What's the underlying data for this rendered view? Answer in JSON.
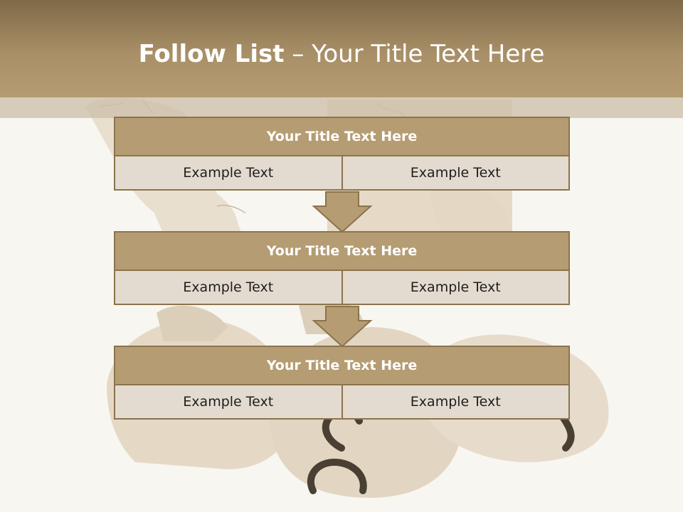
{
  "slide": {
    "title_bold": "Follow List",
    "title_rest": " – Your Title Text Here"
  },
  "steps": [
    {
      "title": "Your Title Text Here",
      "left": "Example Text",
      "right": "Example Text"
    },
    {
      "title": "Your Title Text Here",
      "left": "Example Text",
      "right": "Example Text"
    },
    {
      "title": "Your Title Text Here",
      "left": "Example Text",
      "right": "Example Text"
    }
  ],
  "colors": {
    "header": "#a88f67",
    "block_title": "#b59c72",
    "block_cell": "#e3dbcf",
    "border": "#8b734c"
  }
}
